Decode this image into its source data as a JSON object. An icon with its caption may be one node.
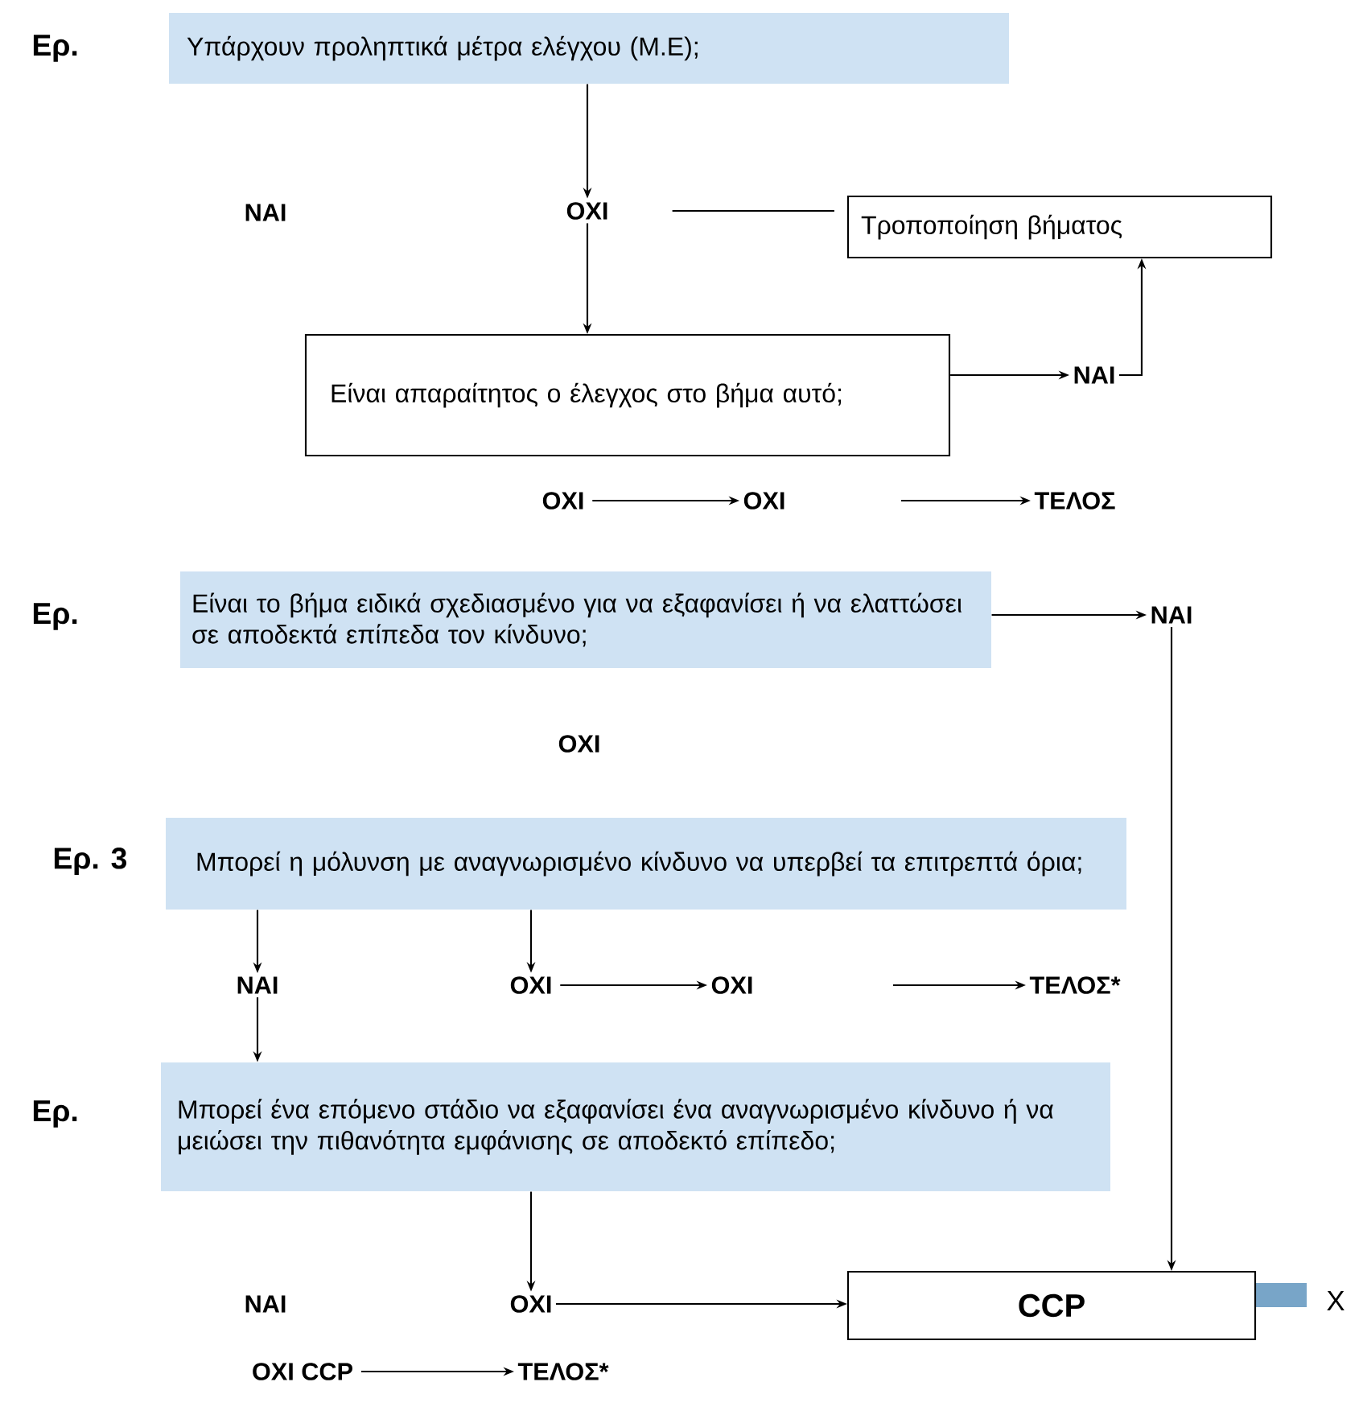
{
  "diagram": {
    "nodes": [
      {
        "text": [
          "Υπάρχουν προληπτικά μέτρα ελέγχου (Μ.Ε);"
        ]
      },
      {
        "text": [
          "ΝΑΙ"
        ]
      },
      {
        "text": [
          "ΟΧΙ"
        ]
      },
      {
        "text": [
          "Τροποποίηση βήματος"
        ]
      },
      {
        "text": [
          "Είναι απαραίτητος ο έλεγχος στο βήμα αυτό;"
        ]
      },
      {
        "text": [
          "ΝΑΙ"
        ]
      },
      {
        "text": [
          "ΟΧΙ"
        ]
      },
      {
        "text": [
          "ΟΧΙ"
        ]
      },
      {
        "text": [
          "ΤΕΛΟΣ"
        ]
      },
      {
        "text": [
          "Είναι το βήμα ειδικά σχεδιασμένο για να εξαφανίσει ή να ελαττώσει σε αποδεκτά επίπεδα τον κίνδυνο;"
        ]
      },
      {
        "text": [
          "ΝΑΙ"
        ]
      },
      {
        "text": [
          "ΟΧΙ"
        ]
      },
      {
        "text": [
          "Μπορεί η μόλυνση με αναγνωρισμένο κίνδυνο να υπερβεί τα επιτρεπτά όρια;"
        ]
      },
      {
        "text": [
          "ΝΑΙ"
        ]
      },
      {
        "text": [
          "ΟΧΙ"
        ]
      },
      {
        "text": [
          "ΟΧΙ"
        ]
      },
      {
        "text": [
          "ΤΕΛΟΣ*"
        ]
      },
      {
        "text": [
          "Μπορεί ένα επόμενο στάδιο να εξαφανίσει ένα αναγνωρισμένο κίνδυνο ή να μειώσει την πιθανότητα εμφάνισης σε αποδεκτό επίπεδο;"
        ]
      },
      {
        "text": [
          "ΝΑΙ"
        ]
      },
      {
        "text": [
          "ΟΧΙ"
        ]
      },
      {
        "text": [
          "CCP"
        ]
      },
      {
        "text": [
          "ΟΧΙ CCP"
        ]
      },
      {
        "text": [
          "ΤΕΛΟΣ*"
        ]
      }
    ],
    "edges": [
      {
        "from": 0,
        "to": 2,
        "arrow": "to"
      },
      {
        "from": 2,
        "to": 3,
        "arrow": "none"
      },
      {
        "from": 2,
        "to": 4,
        "arrow": "to"
      },
      {
        "from": 4,
        "to": 5,
        "arrow": "to"
      },
      {
        "from": 5,
        "to": 3,
        "arrow": "to"
      },
      {
        "from": 6,
        "to": 7,
        "arrow": "to"
      },
      {
        "from": null,
        "to": 8,
        "arrow": "to"
      },
      {
        "from": 9,
        "to": 10,
        "arrow": "to"
      },
      {
        "from": 10,
        "to": 20,
        "arrow": "to"
      },
      {
        "from": 12,
        "to": 13,
        "arrow": "to"
      },
      {
        "from": 12,
        "to": 14,
        "arrow": "to"
      },
      {
        "from": 14,
        "to": 15,
        "arrow": "to"
      },
      {
        "from": null,
        "to": 16,
        "arrow": "to"
      },
      {
        "from": 13,
        "to": 17,
        "arrow": "to"
      },
      {
        "from": 17,
        "to": 19,
        "arrow": "to"
      },
      {
        "from": 19,
        "to": 20,
        "arrow": "to"
      },
      {
        "from": 21,
        "to": 22,
        "arrow": "to"
      }
    ],
    "labels": [
      "Ερ.",
      "Ερ.",
      "Ερ. 3",
      "Ερ.",
      "X"
    ]
  }
}
